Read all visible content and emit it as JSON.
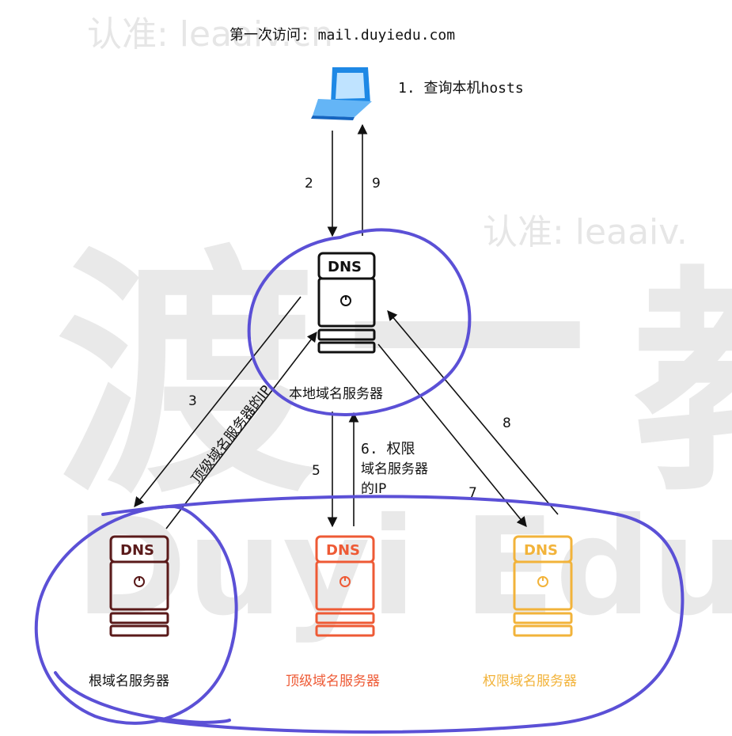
{
  "title": "第一次访问: mail.duyiedu.com",
  "watermark": {
    "small_text": "认准: leaaiv.cn",
    "small_text_2": "认准: leaaiv.",
    "big_chars": [
      "渡",
      "一",
      "教"
    ],
    "brand_text": "Duyi Edu"
  },
  "steps": {
    "s1": "1. 查询本机hosts",
    "s2": "2",
    "s3": "3",
    "s5": "5",
    "s6_line1": "6. 权限",
    "s6_line2": "域名服务器",
    "s6_line3": "的IP",
    "s7": "7",
    "s8": "8",
    "s9": "9",
    "tld_ip_label": "顶级域名服务器的IP"
  },
  "servers": {
    "local": {
      "label": "本地域名服务器",
      "badge": "DNS",
      "color": "#111111"
    },
    "root": {
      "label": "根域名服务器",
      "badge": "DNS",
      "color": "#5a1a1a"
    },
    "tld": {
      "label": "顶级域名服务器",
      "badge": "DNS",
      "color": "#ee5a35"
    },
    "auth": {
      "label": "权限域名服务器",
      "badge": "DNS",
      "color": "#f2b33a"
    }
  },
  "annotation_color": "#5b50d6",
  "client_icon": "laptop-computer-icon"
}
